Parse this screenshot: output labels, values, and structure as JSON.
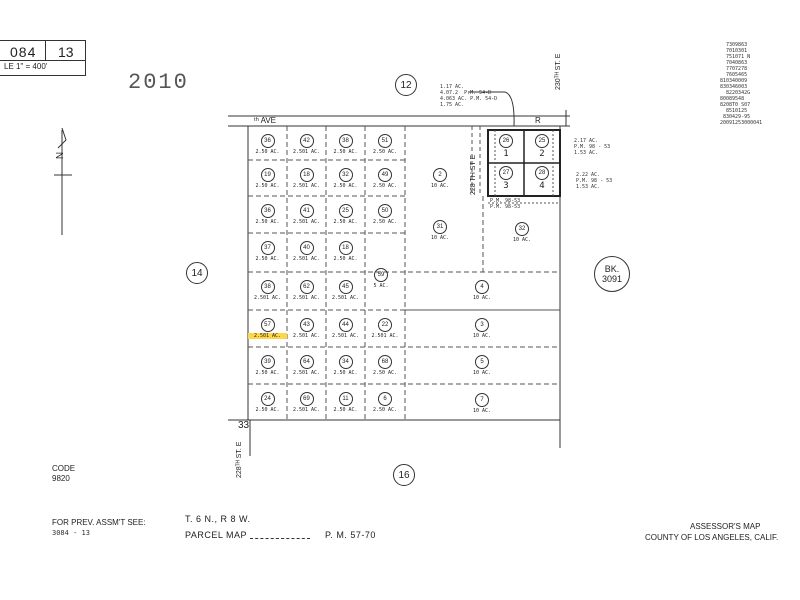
{
  "header": {
    "book": "084",
    "page": "13",
    "scale_label": "LE 1\" = 400'",
    "year": "2010"
  },
  "adjacent_pages": {
    "top": "12",
    "left": "14",
    "bottom": "16",
    "right_book_line1": "BK.",
    "right_book_line2": "3091"
  },
  "streets": {
    "ave": "ᵗʰ AVE",
    "r_marker": "R",
    "east_st_top": "230ᵀᴴ ST. E",
    "mid_st": "228 TH ST E",
    "bottom_st": "228ᵀᴴ ST. E",
    "corner_mark": "33"
  },
  "north_arrow": "N",
  "code": {
    "label": "CODE",
    "value": "9820"
  },
  "prev_assmt": {
    "label": "FOR PREV. ASSM'T SEE:",
    "value": "3084 - 13"
  },
  "township": "T. 6 N., R 8 W.",
  "parcel_map": {
    "label": "PARCEL MAP",
    "ref": "P. M. 57-70"
  },
  "assessor": {
    "title": "ASSESSOR'S MAP",
    "county": "COUNTY OF LOS ANGELES, CALIF."
  },
  "lots": [
    {
      "n": "36",
      "a": "2.50 AC."
    },
    {
      "n": "42",
      "a": "2.501 AC."
    },
    {
      "n": "38",
      "a": "2.50 AC."
    },
    {
      "n": "51",
      "a": "2.50 AC."
    },
    {
      "n": "19",
      "a": "2.50 AC."
    },
    {
      "n": "18",
      "a": "2.501 AC."
    },
    {
      "n": "32",
      "a": "2.50 AC."
    },
    {
      "n": "49",
      "a": "2.50 AC."
    },
    {
      "n": "36",
      "a": "2.50 AC."
    },
    {
      "n": "41",
      "a": "2.501 AC."
    },
    {
      "n": "25",
      "a": "2.50 AC."
    },
    {
      "n": "50",
      "a": "2.50 AC."
    },
    {
      "n": "37",
      "a": "2.50 AC."
    },
    {
      "n": "40",
      "a": "2.501 AC."
    },
    {
      "n": "18",
      "a": "2.50 AC."
    },
    {
      "n": "",
      "a": ""
    },
    {
      "n": "38",
      "a": "2.501 AC."
    },
    {
      "n": "62",
      "a": "2.501 AC."
    },
    {
      "n": "45",
      "a": "2.501 AC."
    },
    {
      "n": "",
      "a": ""
    },
    {
      "n": "57",
      "a": "2.501 AC."
    },
    {
      "n": "43",
      "a": "2.501 AC."
    },
    {
      "n": "44",
      "a": "2.501 AC."
    },
    {
      "n": "22",
      "a": "2.501 AC."
    },
    {
      "n": "39",
      "a": "2.50 AC."
    },
    {
      "n": "64",
      "a": "2.501 AC."
    },
    {
      "n": "34",
      "a": "2.50 AC."
    },
    {
      "n": "68",
      "a": "2.50 AC."
    },
    {
      "n": "24",
      "a": "2.50 AC."
    },
    {
      "n": "69",
      "a": "2.501 AC."
    },
    {
      "n": "11",
      "a": "2.50 AC."
    },
    {
      "n": "6",
      "a": "2.50 AC."
    }
  ],
  "big_lots": [
    {
      "n": "2",
      "a": "10 AC."
    },
    {
      "n": "31",
      "a": "10 AC."
    },
    {
      "n": "32",
      "a": "10 AC."
    },
    {
      "n": "59",
      "a": "5 AC."
    },
    {
      "n": "4",
      "a": "10 AC."
    },
    {
      "n": "3",
      "a": "10 AC."
    },
    {
      "n": "5",
      "a": "10 AC."
    },
    {
      "n": "7",
      "a": "10 AC."
    }
  ],
  "small_lots": [
    {
      "n": "26",
      "label": "1"
    },
    {
      "n": "25",
      "label": "2"
    },
    {
      "n": "27",
      "label": "3"
    },
    {
      "n": "28",
      "label": "4"
    }
  ]
}
